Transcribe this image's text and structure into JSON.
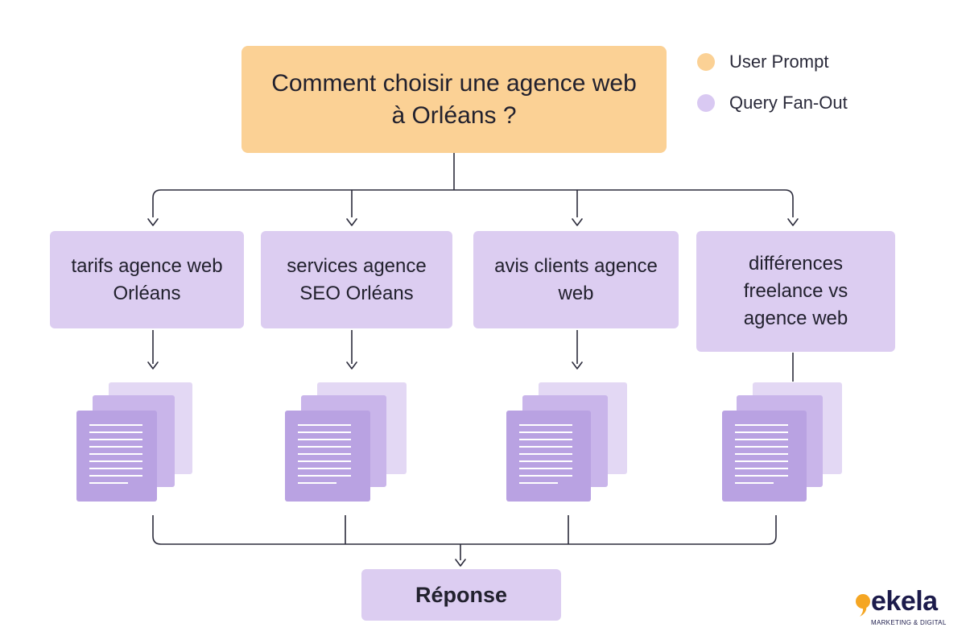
{
  "prompt": {
    "text": "Comment choisir une agence web à Orléans ?",
    "color": "#fbd195"
  },
  "legend": [
    {
      "label": "User Prompt",
      "color": "#fbd195"
    },
    {
      "label": "Query Fan-Out",
      "color": "#d9c9f2"
    }
  ],
  "queries": [
    {
      "text": "tarifs agence web Orléans"
    },
    {
      "text": "services agence SEO Orléans"
    },
    {
      "text": "avis clients agence web"
    },
    {
      "text": "différences freelance vs agence web"
    }
  ],
  "answer": {
    "label": "Réponse"
  },
  "logo": {
    "word": "ekela",
    "tagline": "MARKETING & DIGITAL"
  }
}
